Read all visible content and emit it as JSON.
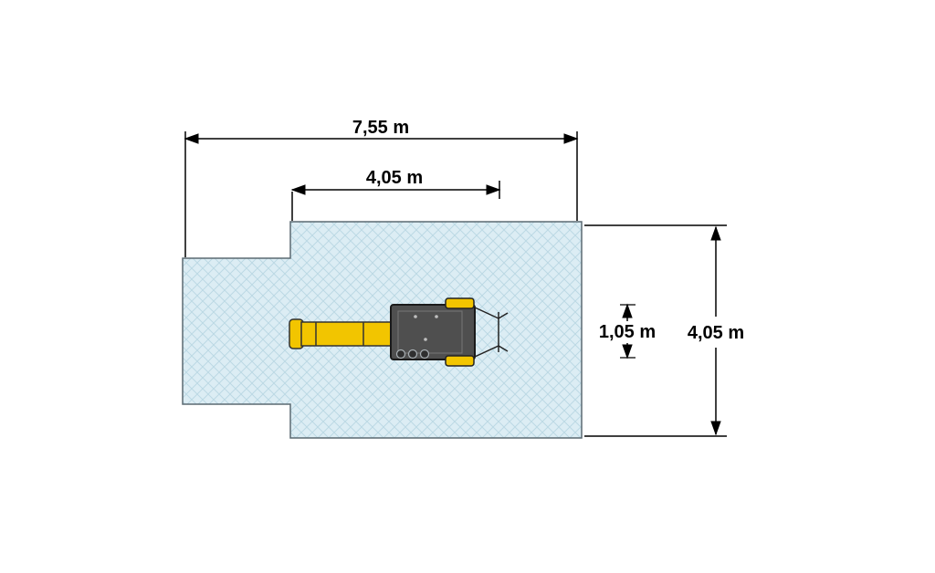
{
  "diagram": {
    "title": "machine-footprint-top-view",
    "dims": {
      "total_length": "7,55 m",
      "inner_length": "4,05 m",
      "machine_width": "1,05 m",
      "area_width": "4,05 m"
    },
    "colors": {
      "background": "#ffffff",
      "area_fill": "#dcedf4",
      "area_hatch": "#bcd9e4",
      "area_outline": "#5b6a72",
      "dimension_ink": "#000000",
      "machine_yellow": "#f2c500",
      "machine_body": "#4f4f4f"
    }
  }
}
